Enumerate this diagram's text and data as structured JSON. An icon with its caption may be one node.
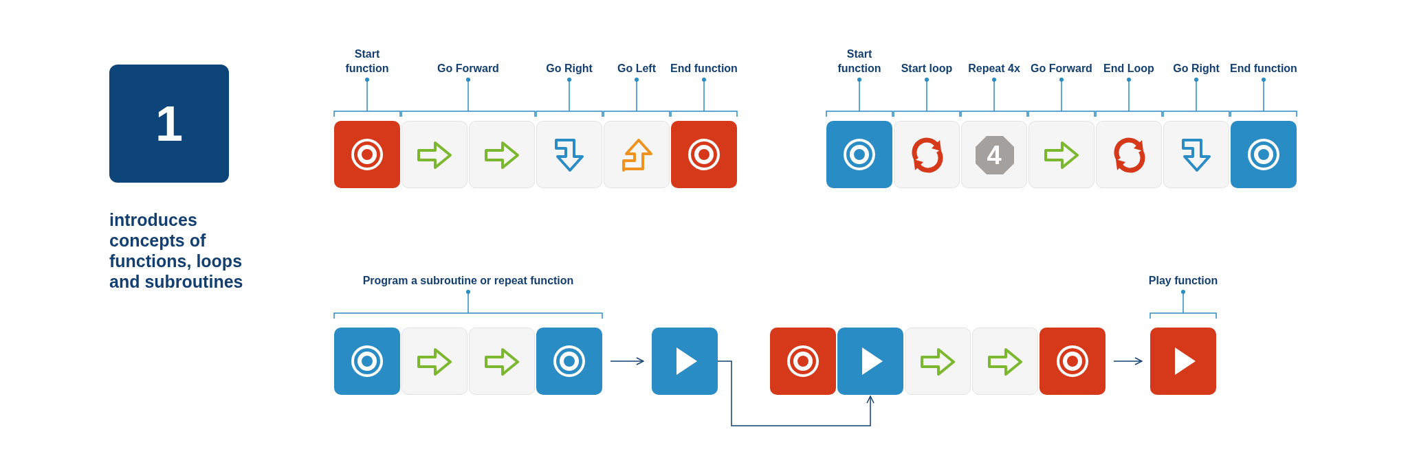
{
  "diagram": {
    "nodes": [
      {
        "text": [
          "1"
        ]
      },
      {
        "text": [],
        "shape": "box"
      },
      {
        "text": [],
        "shape": "box"
      },
      {
        "text": [],
        "shape": "box"
      },
      {
        "text": [],
        "shape": "box"
      },
      {
        "text": [],
        "shape": "box"
      },
      {
        "text": [],
        "shape": "box"
      },
      {
        "text": [],
        "shape": "box"
      },
      {
        "text": [],
        "shape": "box"
      },
      {
        "text": [
          "4"
        ]
      },
      {
        "text": [],
        "shape": "box"
      },
      {
        "text": [],
        "shape": "box"
      },
      {
        "text": [],
        "shape": "box"
      },
      {
        "text": [],
        "shape": "box"
      },
      {
        "text": [],
        "shape": "box"
      },
      {
        "text": [],
        "shape": "box"
      },
      {
        "text": [],
        "shape": "box"
      },
      {
        "text": [],
        "shape": "box"
      },
      {
        "text": [],
        "shape": "box"
      },
      {
        "text": [],
        "shape": "box"
      },
      {
        "text": [],
        "shape": "box"
      },
      {
        "text": [],
        "shape": "box"
      },
      {
        "text": [],
        "shape": "box"
      },
      {
        "text": [],
        "shape": "box"
      },
      {
        "text": [],
        "shape": "box"
      }
    ],
    "edges": [
      {
        "from": 17,
        "to": 18,
        "arrow": "to"
      },
      {
        "from": 18,
        "to": 20,
        "arrow": "to"
      },
      {
        "from": 23,
        "to": 24,
        "arrow": "to"
      }
    ],
    "labels": [
      "Start function",
      "Go Forward",
      "Go Right",
      "Go Left",
      "End function",
      "Start function",
      "Start loop",
      "Repeat 4x",
      "Go Forward",
      "End Loop",
      "Go Right",
      "End function",
      "introduces concepts of functions, loops and subroutines",
      "Program a subroutine or repeat function",
      "Play function"
    ]
  }
}
